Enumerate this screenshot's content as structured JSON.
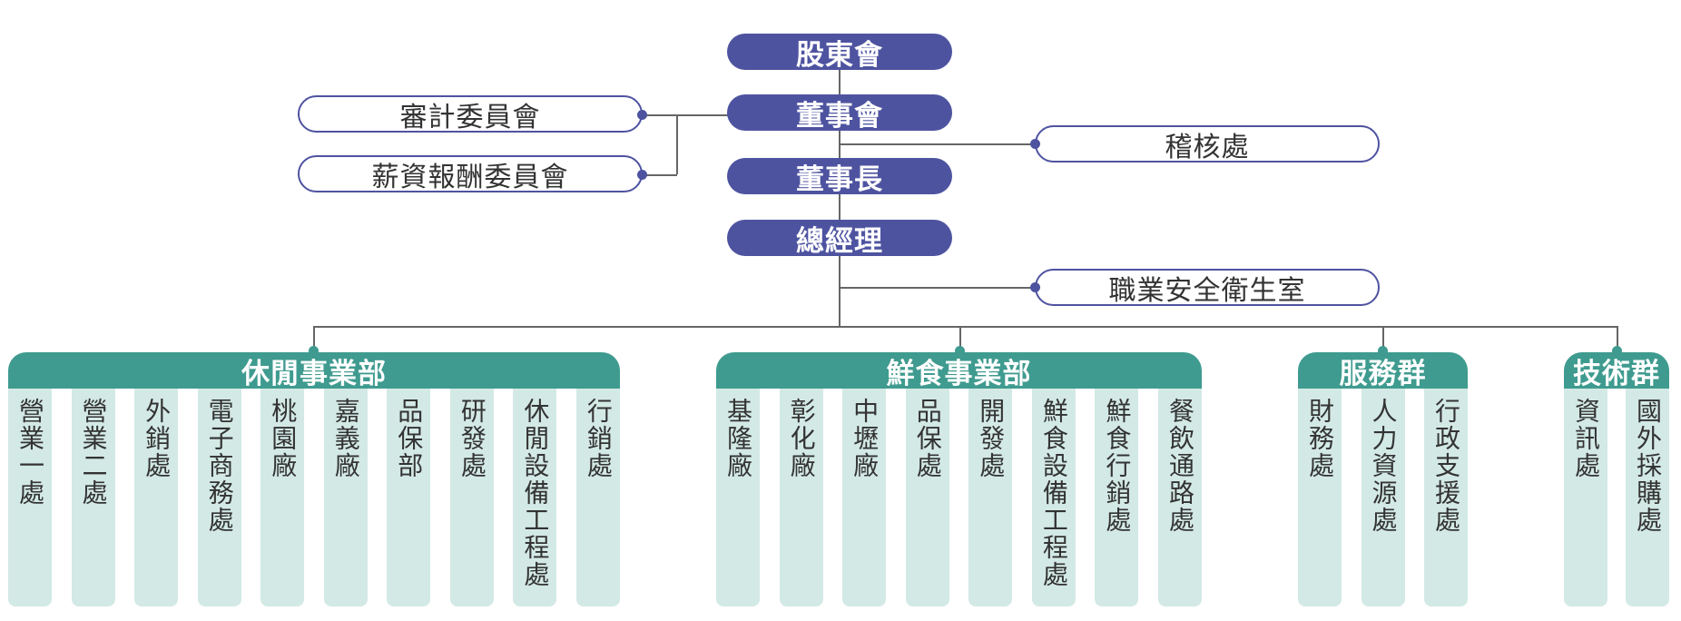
{
  "colors": {
    "primary": "#4e53a0",
    "secondary": "#3f9b8f",
    "column_bg": "#d3e9e5",
    "line": "#666666",
    "text": "#333333"
  },
  "top_chain": [
    "股東會",
    "董事會",
    "董事長",
    "總經理"
  ],
  "board_committees": [
    "審計委員會",
    "薪資報酬委員會"
  ],
  "audit": "稽核處",
  "safety": "職業安全衛生室",
  "groups": [
    {
      "name": "休閒事業部",
      "units": [
        "營業一處",
        "營業二處",
        "外銷處",
        "電子商務處",
        "桃園廠",
        "嘉義廠",
        "品保部",
        "研發處",
        "休閒設備工程處",
        "行銷處"
      ]
    },
    {
      "name": "鮮食事業部",
      "units": [
        "基隆廠",
        "彰化廠",
        "中壢廠",
        "品保處",
        "開發處",
        "鮮食設備工程處",
        "鮮食行銷處",
        "餐飲通路處"
      ]
    },
    {
      "name": "服務群",
      "units": [
        "財務處",
        "人力資源處",
        "行政支援處"
      ]
    },
    {
      "name": "技術群",
      "units": [
        "資訊處",
        "國外採購處"
      ]
    }
  ]
}
